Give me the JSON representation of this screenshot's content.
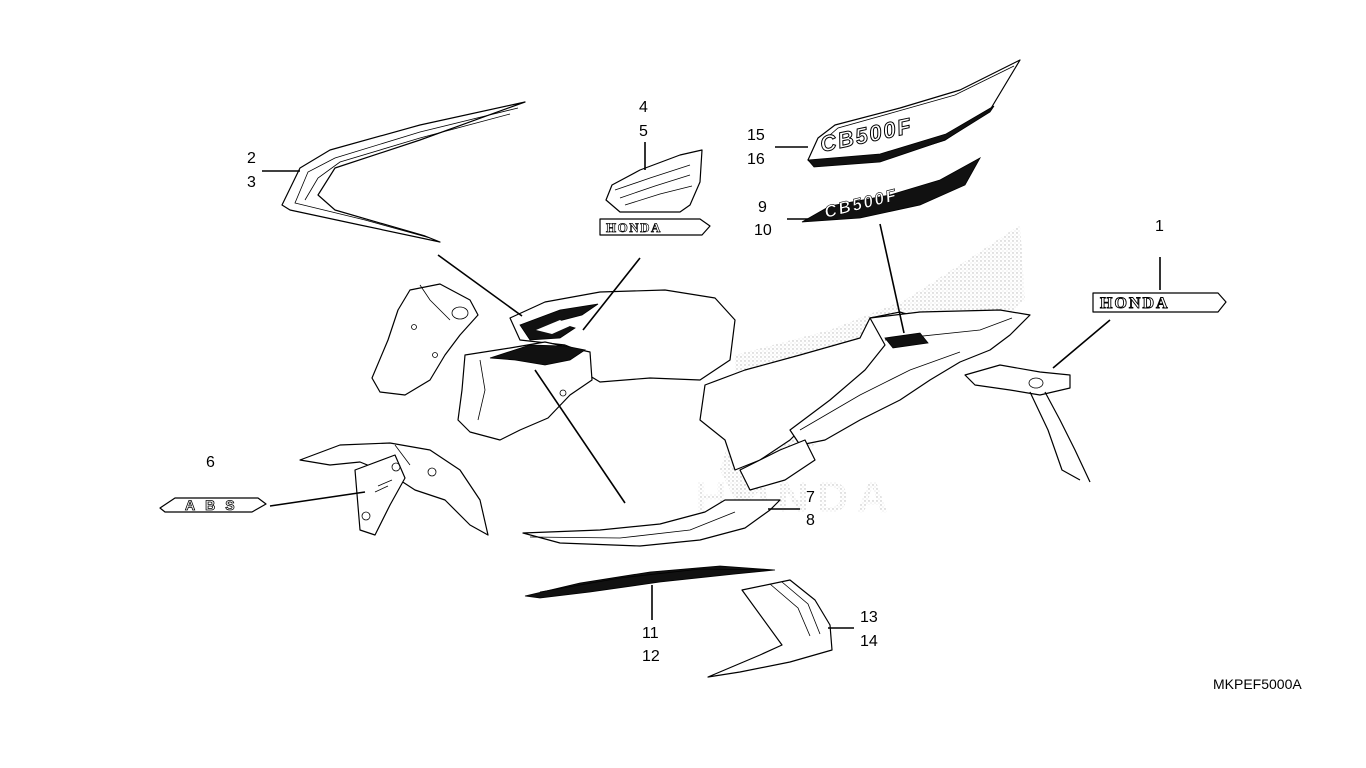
{
  "part_labels": {
    "l1": "1",
    "l2": "2",
    "l3": "3",
    "l4": "4",
    "l5": "5",
    "l6": "6",
    "l7": "7",
    "l8": "8",
    "l9": "9",
    "l10": "10",
    "l11": "11",
    "l12": "12",
    "l13": "13",
    "l14": "14",
    "l15": "15",
    "l16": "16"
  },
  "emblem_texts": {
    "honda_small": "HONDA",
    "honda_large": "HONDA",
    "honda_watermark": "HONDA",
    "abs": "ABS",
    "model_1": "CB500F",
    "model_2": "CB500F"
  },
  "diagram_code": "MKPEF5000A",
  "colors": {
    "line": "#000000",
    "background": "#ffffff",
    "stipple": "#b8b8b8"
  }
}
